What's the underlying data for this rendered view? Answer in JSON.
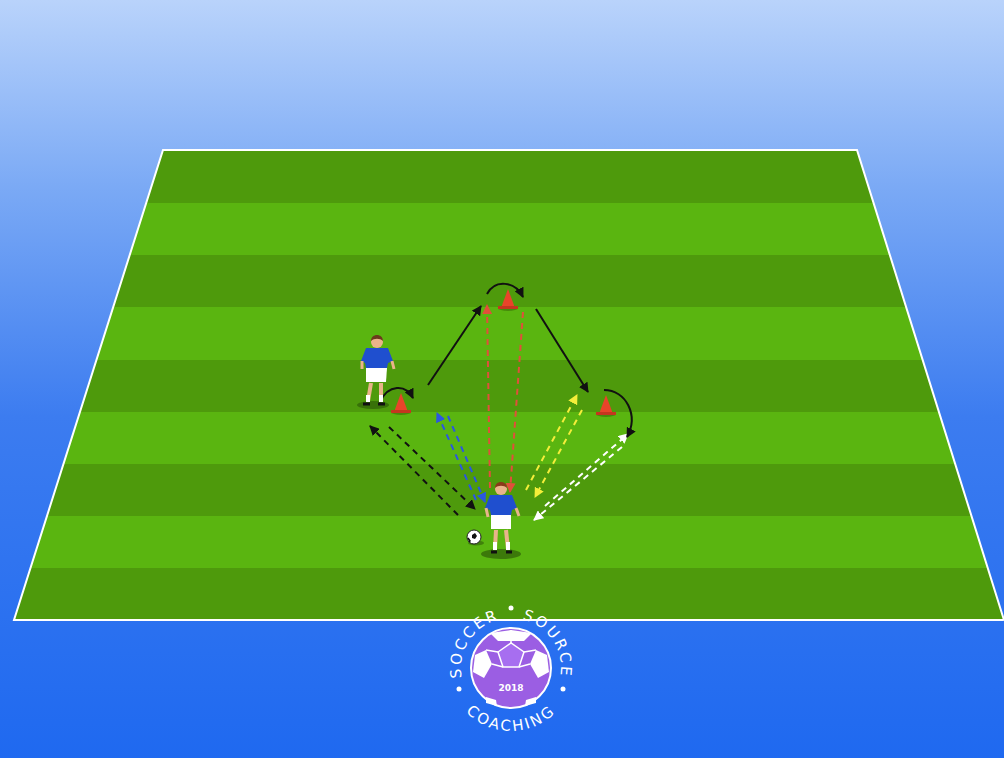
{
  "diagram": {
    "labels": [
      "SOCCER",
      "SOURCE",
      "COACHING",
      "2018"
    ]
  }
}
